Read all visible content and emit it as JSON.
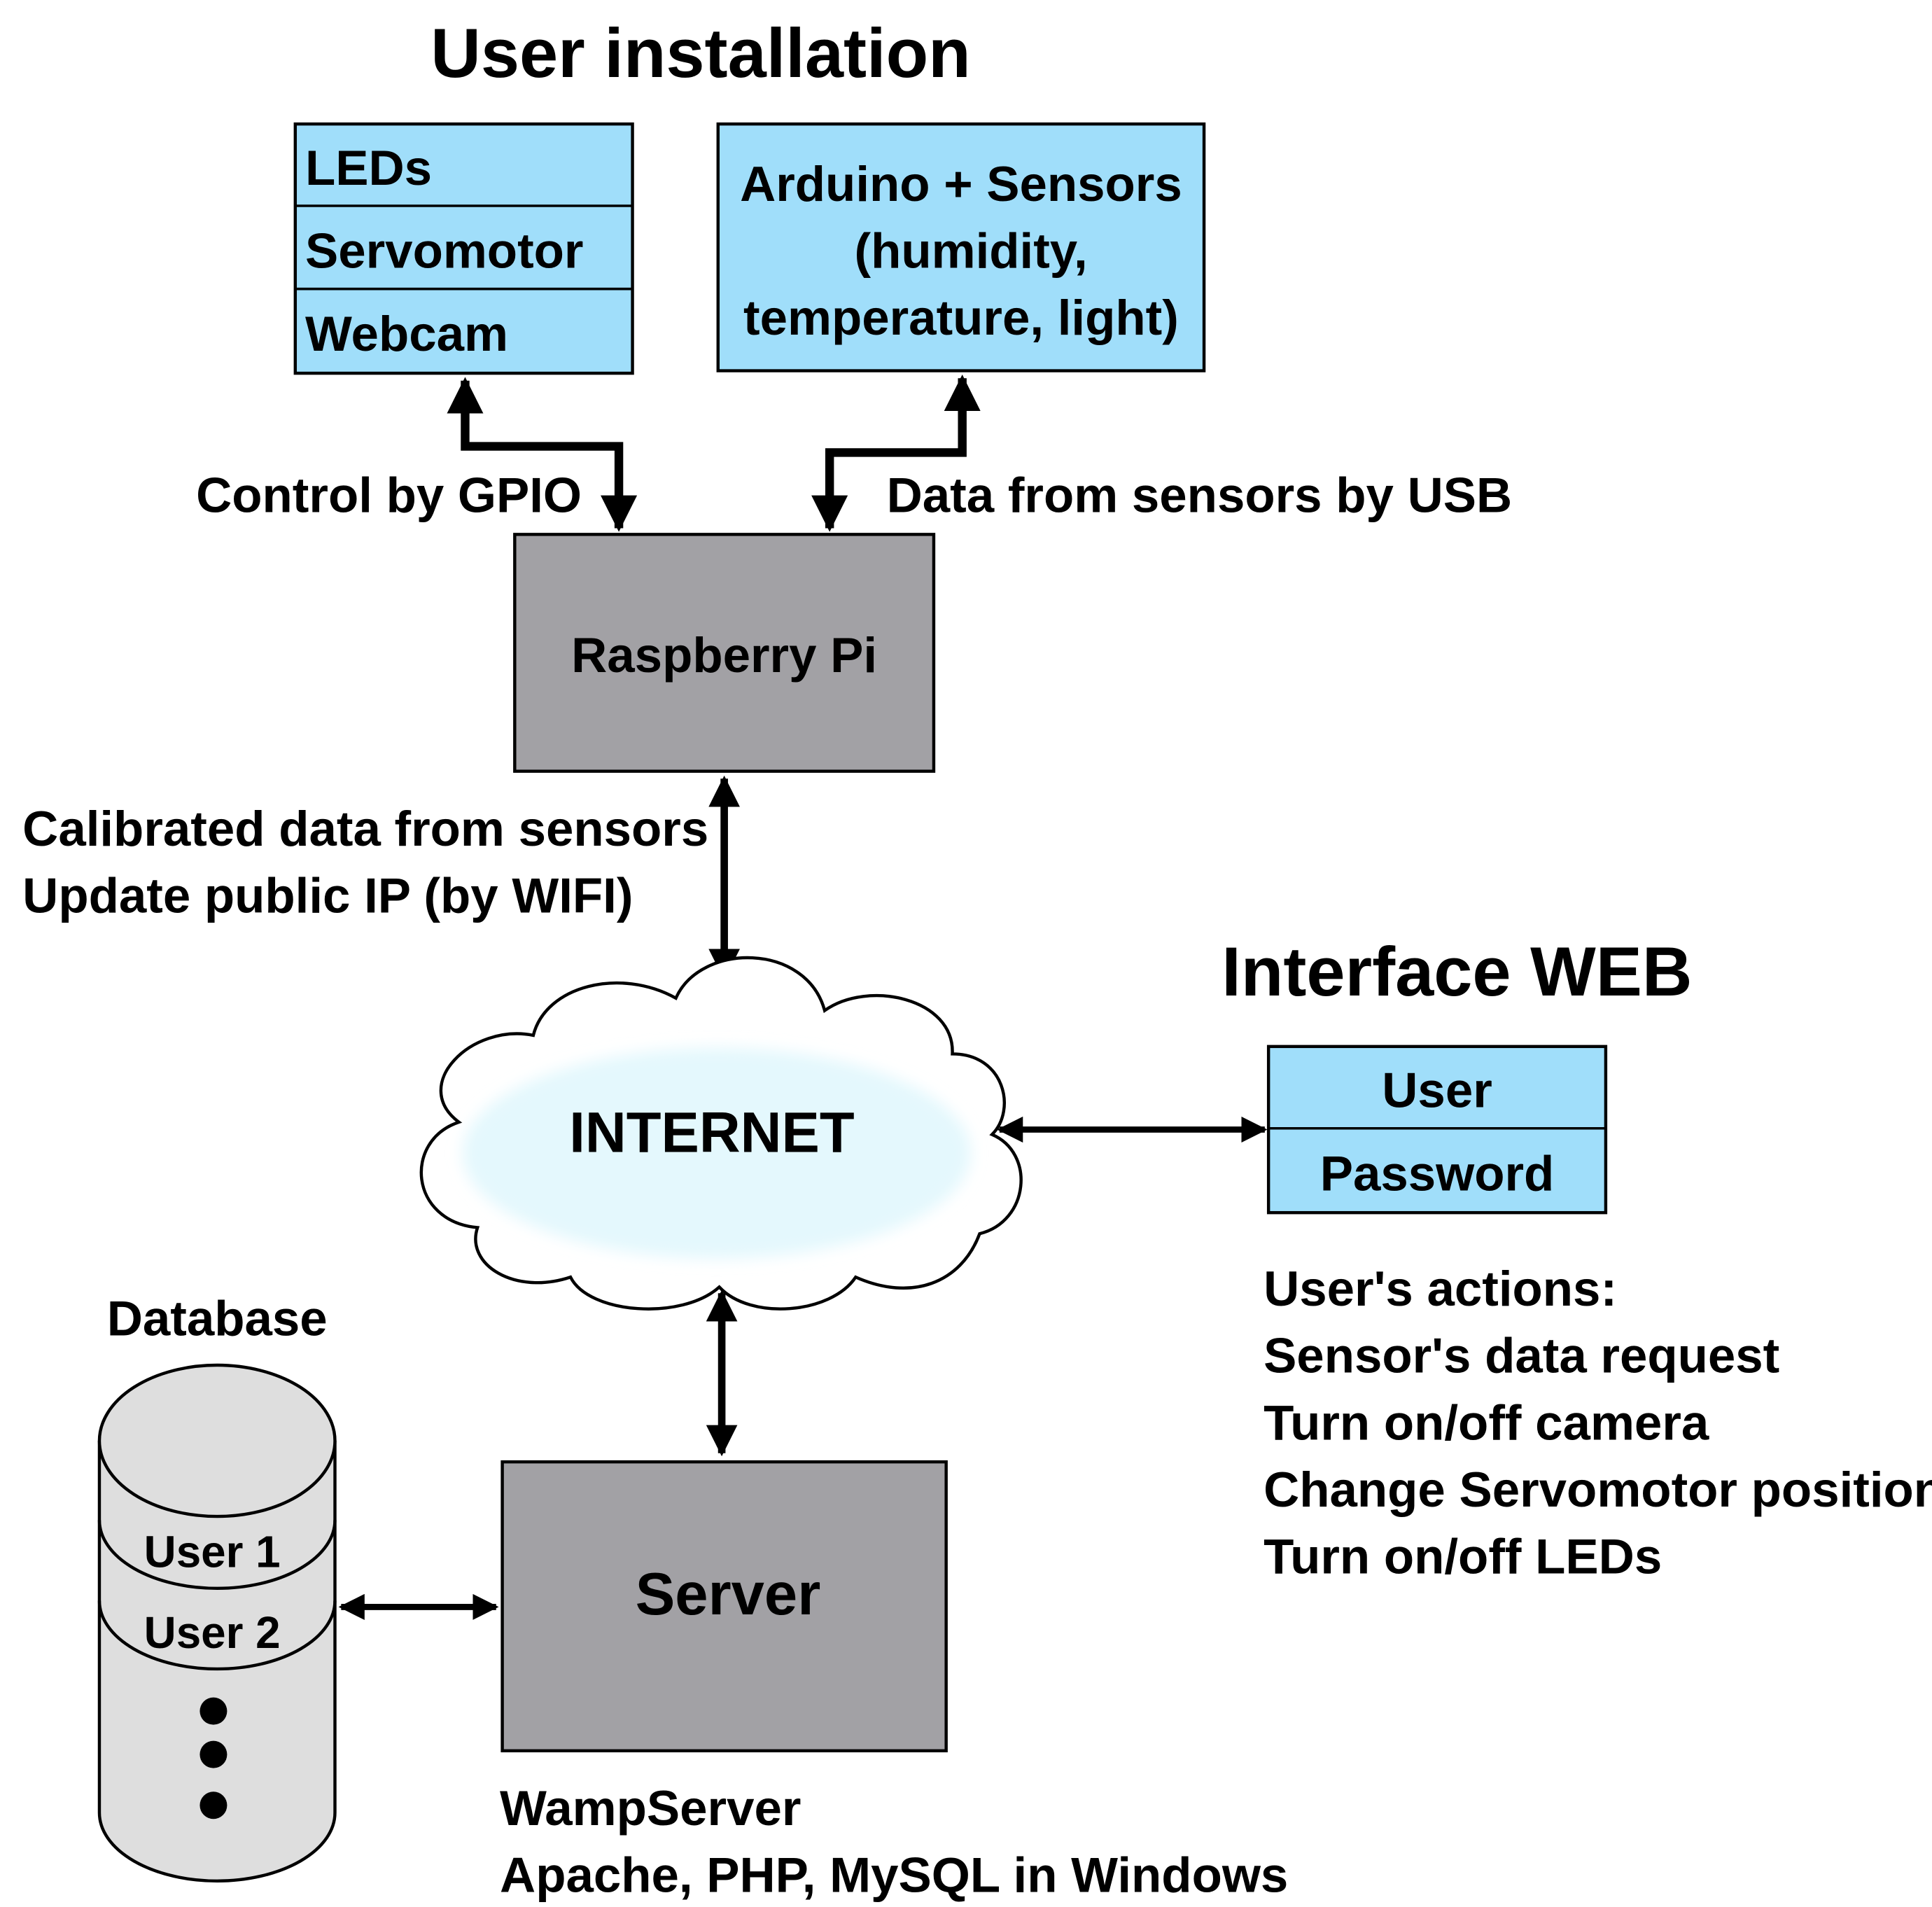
{
  "colors": {
    "device_fill": "#a0defa",
    "compute_fill": "#a2a1a5",
    "cloud_fill": "#ffffff",
    "cloud_glow": "#e4f8fd",
    "database_fill": "#dedede",
    "stroke": "#000000"
  },
  "titles": {
    "user_installation": "User installation",
    "interface_web": "Interface WEB"
  },
  "devices_box": {
    "items": [
      "LEDs",
      "Servomotor",
      "Webcam"
    ]
  },
  "arduino_box": {
    "lines": [
      "Arduino + Sensors",
      "(humidity,",
      "temperature, light)"
    ]
  },
  "links": {
    "gpio": "Control by GPIO",
    "usb": "Data from sensors by USB",
    "wifi_lines": [
      "Calibrated data from sensors",
      "Update public IP (by WIFI)"
    ]
  },
  "raspberry": {
    "label": "Raspberry Pi"
  },
  "internet": {
    "label": "INTERNET"
  },
  "web_login": {
    "fields": [
      "User",
      "Password"
    ]
  },
  "user_actions": {
    "lines": [
      "User's actions:",
      "Sensor's data request",
      "Turn on/off camera",
      "Change Servomotor position",
      "Turn on/off LEDs"
    ]
  },
  "database": {
    "title": "Database",
    "rows": [
      "User 1",
      "User 2"
    ],
    "more_icon": "vertical-dots-icon"
  },
  "server": {
    "label": "Server",
    "caption_lines": [
      "WampServer",
      "Apache, PHP, MySQL in Windows"
    ]
  }
}
